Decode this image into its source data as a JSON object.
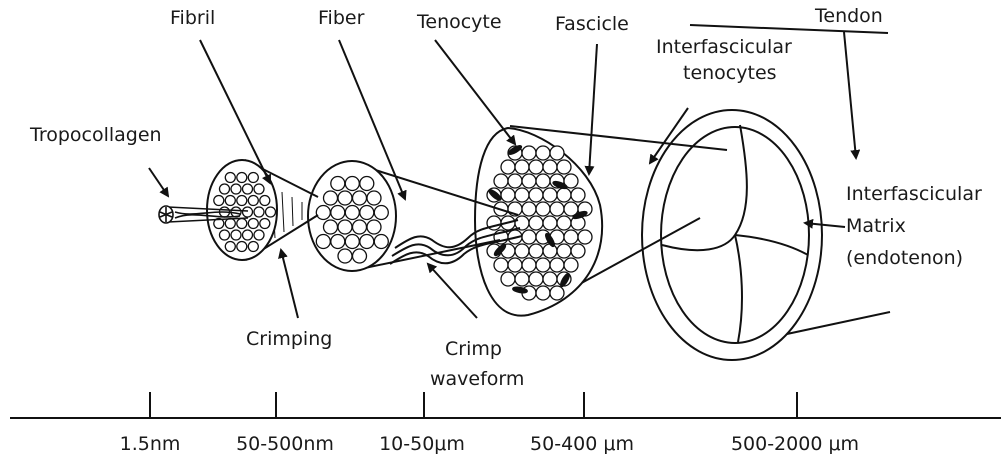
{
  "labels": {
    "tropocollagen": "Tropocollagen",
    "fibril": "Fibril",
    "fiber": "Fiber",
    "tenocyte": "Tenocyte",
    "fascicle": "Fascicle",
    "interfascicular_tenocytes_line1": "Interfascicular",
    "interfascicular_tenocytes_line2": "tenocytes",
    "tendon": "Tendon",
    "interfascicular_matrix_line1": "Interfascicular",
    "interfascicular_matrix_line2": "Matrix",
    "interfascicular_matrix_line3": "(endotenon)",
    "crimping": "Crimping",
    "crimp_waveform_line1": "Crimp",
    "crimp_waveform_line2": "waveform"
  },
  "scale": {
    "ticks": [
      "1.5nm",
      "50-500nm",
      "10-50μm",
      "50-400 μm",
      "500-2000 μm"
    ]
  }
}
